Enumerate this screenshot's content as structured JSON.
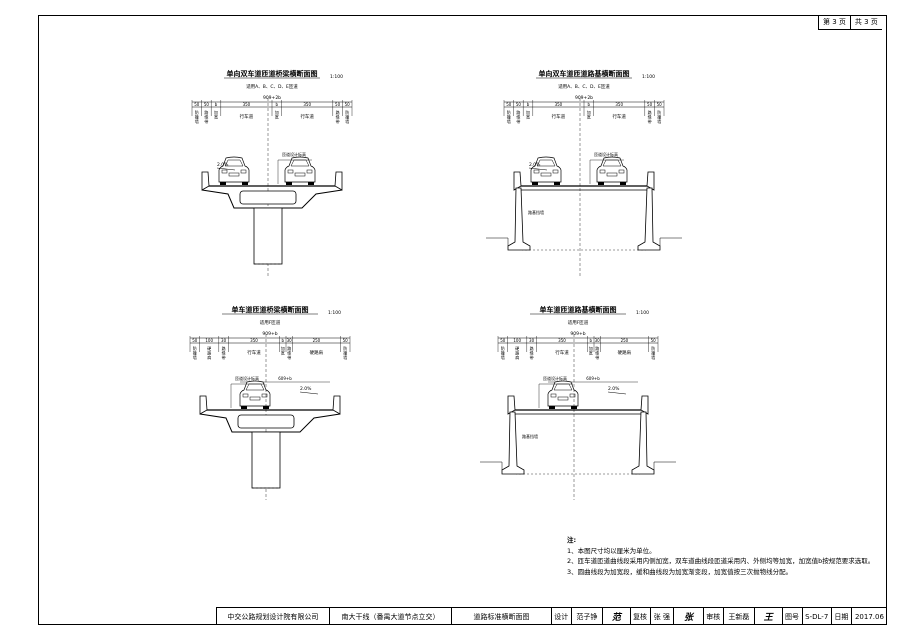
{
  "pager": {
    "page": "第 3 页",
    "total": "共 3 页"
  },
  "sections": [
    {
      "title": "单向双车道匝道桥梁横断面图",
      "scale": "1:100",
      "applies": "适用A、B、C、D、E匝道",
      "total_width": "909+2b",
      "widths": [
        "50",
        "50",
        "b",
        "350",
        "b",
        "350",
        "50",
        "50"
      ],
      "labels": [
        "防撞墙",
        "路缘带",
        "加宽",
        "行车道",
        "加宽",
        "行车道",
        "路缘带",
        "防撞墙"
      ],
      "slope": "2.0%",
      "elevation_label": "匝道设计标高"
    },
    {
      "title": "单向双车道匝道路基横断面图",
      "scale": "1:100",
      "applies": "适用A、B、C、D、E匝道",
      "total_width": "909+2b",
      "widths": [
        "50",
        "50",
        "b",
        "350",
        "b",
        "350",
        "50",
        "50"
      ],
      "labels": [
        "防撞墙",
        "路缘带",
        "加宽",
        "行车道",
        "加宽",
        "行车道",
        "路缘带",
        "防撞墙"
      ],
      "slope": "2.0%",
      "elevation_label": "匝道设计标高",
      "wall_label": "路基挡墙"
    },
    {
      "title": "单车道匝道桥梁横断面图",
      "scale": "1:100",
      "applies": "适用F匝道",
      "total_width": "909+b",
      "widths": [
        "50",
        "100",
        "30",
        "350",
        "b",
        "30",
        "250",
        "50"
      ],
      "labels": [
        "防撞墙",
        "硬路肩",
        "路缘带",
        "行车道",
        "加宽",
        "路缘带",
        "硬路肩",
        "防撞墙"
      ],
      "slope": "2.0%",
      "elevation_label": "匝道设计标高",
      "sub_width": "609+b"
    },
    {
      "title": "单车道匝道路基横断面图",
      "scale": "1:100",
      "applies": "适用F匝道",
      "total_width": "909+b",
      "widths": [
        "50",
        "100",
        "30",
        "350",
        "b",
        "30",
        "250",
        "50"
      ],
      "labels": [
        "防撞墙",
        "硬路肩",
        "路缘带",
        "行车道",
        "加宽",
        "路缘带",
        "硬路肩",
        "防撞墙"
      ],
      "slope": "2.0%",
      "elevation_label": "匝道设计标高",
      "sub_width": "609+b",
      "wall_label": "路基挡墙"
    }
  ],
  "notes": {
    "title": "注:",
    "items": [
      "1、本图尺寸均以厘米为单位。",
      "2、匝车道匝道曲线段采用内侧加宽，双车道曲线段匝道采用内、外侧均等加宽，加宽值b按规范要求选取。",
      "3、圆曲线段为加宽段，缓和曲线段为加宽渐变段，加宽值按三次抛物线分配。"
    ]
  },
  "title_block": {
    "company": "中交公路规划设计院有限公司",
    "project": "南大干线（番禺大道节点立交）",
    "drawing": "道路标准横断面图",
    "design_label": "设计",
    "designer": "范子铮",
    "check_label": "复核",
    "checker": "张 强",
    "review_label": "审核",
    "reviewer": "王新磊",
    "drawing_no_label": "图号",
    "drawing_no": "S-DL-7",
    "date_label": "日期",
    "date": "2017.06"
  }
}
